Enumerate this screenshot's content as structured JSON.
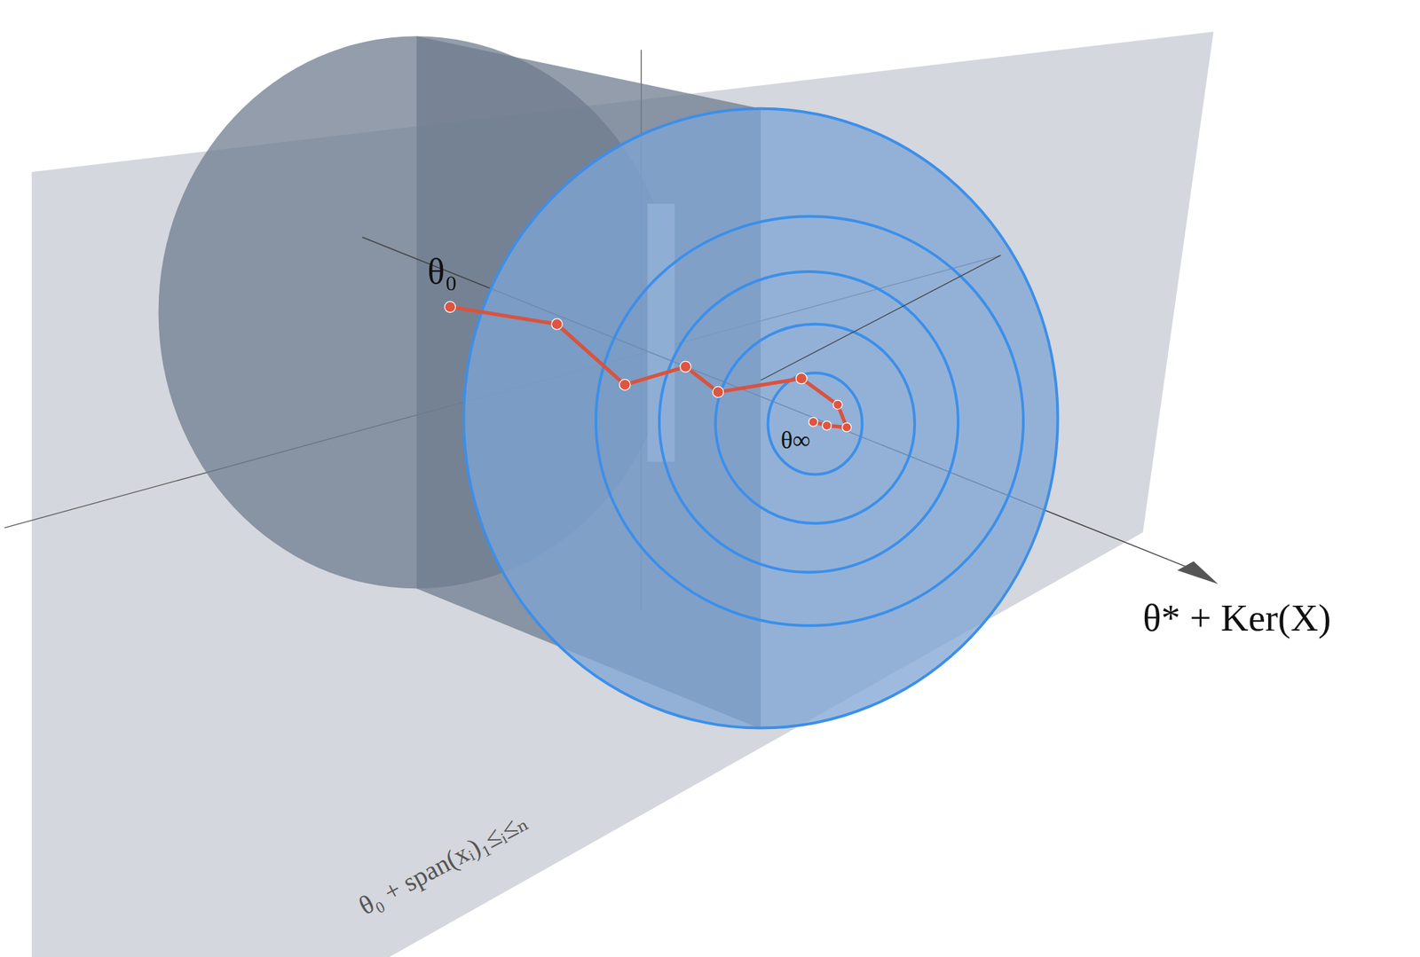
{
  "diagram": {
    "labels": [
      "θ₀",
      "θ∞",
      "θ* + Ker(X)",
      "θ₀ + span(xᵢ)₁≤ᵢ≤ₙ"
    ]
  }
}
